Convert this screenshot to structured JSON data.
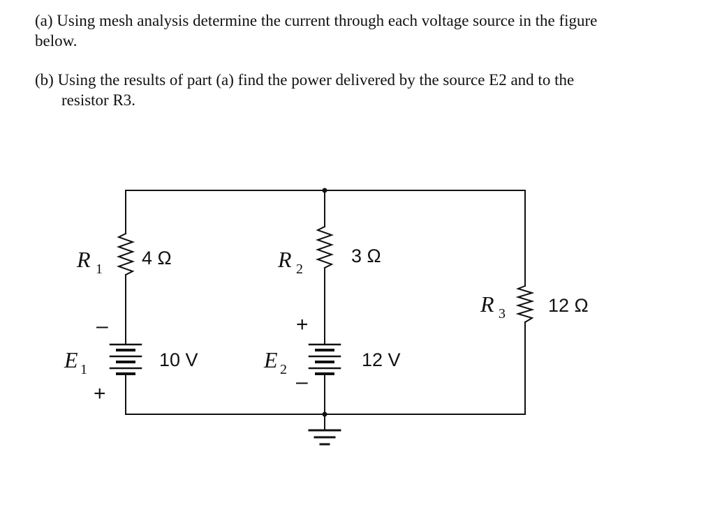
{
  "question": {
    "part_a_line1": "(a) Using mesh analysis determine the current through each voltage source in the figure",
    "part_a_line2": "below.",
    "part_b_line1": "(b) Using the results of part (a) find the power delivered by the source E2 and to the",
    "part_b_line2": "resistor R3."
  },
  "circuit": {
    "R1": {
      "name": "R",
      "sub": "1",
      "value": "4 Ω"
    },
    "R2": {
      "name": "R",
      "sub": "2",
      "value": "3 Ω"
    },
    "R3": {
      "name": "R",
      "sub": "3",
      "value": "12 Ω"
    },
    "E1": {
      "name": "E",
      "sub": "1",
      "value": "10 V",
      "top_polarity": "–",
      "bottom_polarity": "+"
    },
    "E2": {
      "name": "E",
      "sub": "2",
      "value": "12 V",
      "top_polarity": "+",
      "bottom_polarity": "–"
    }
  }
}
